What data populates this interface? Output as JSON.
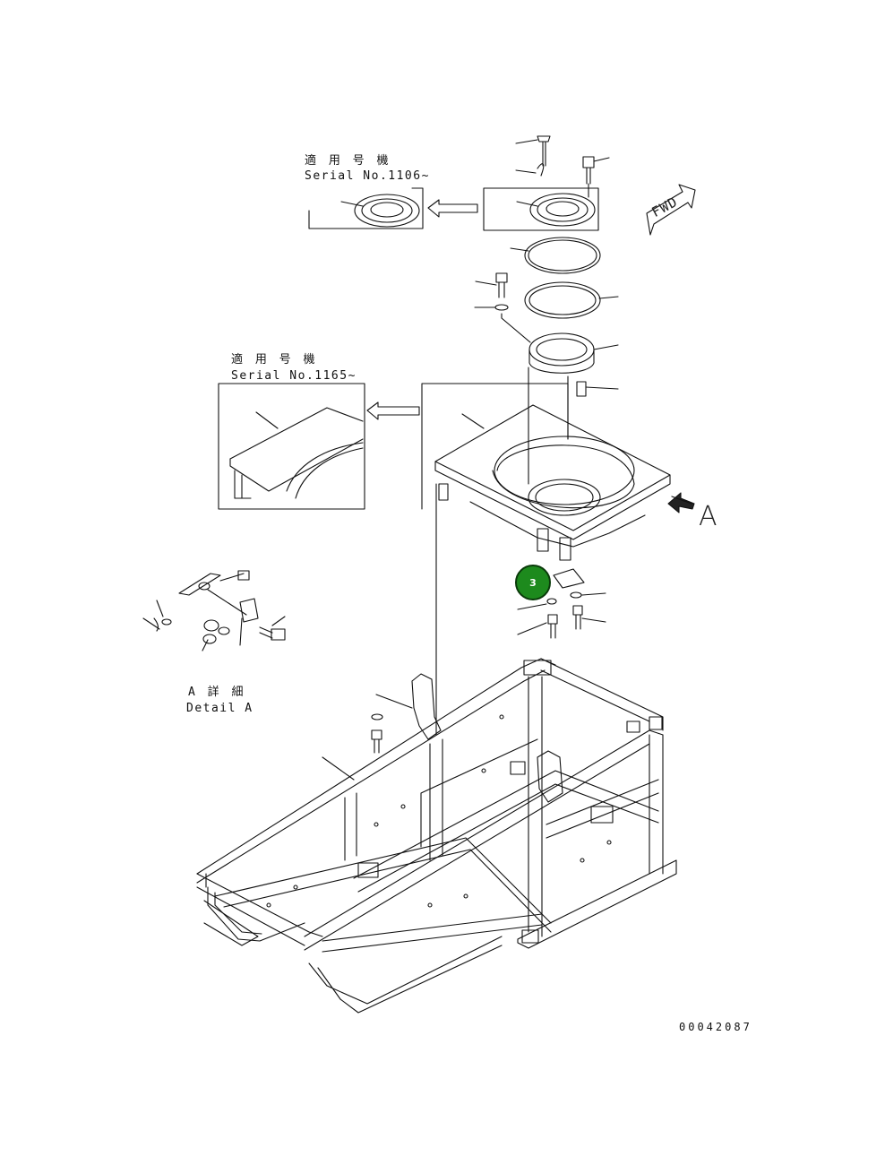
{
  "inset_top": {
    "applicable_label": "適 用 号 機",
    "serial_label": "Serial No.1106~"
  },
  "inset_mid": {
    "applicable_label": "適 用 号 機",
    "serial_label": "Serial No.1165~"
  },
  "detail": {
    "jp_label": "A 詳 細",
    "en_label": "Detail A"
  },
  "view_marker": "A",
  "fwd_label": "FWD",
  "callout": {
    "number": "3",
    "color": "#1d8a1d"
  },
  "drawing_number": "00042087",
  "colors": {
    "line": "#111111",
    "callout_fill": "#1d8a1d"
  },
  "icons": [
    "arrow-left-icon",
    "fwd-arrow-icon",
    "view-arrow-icon"
  ]
}
